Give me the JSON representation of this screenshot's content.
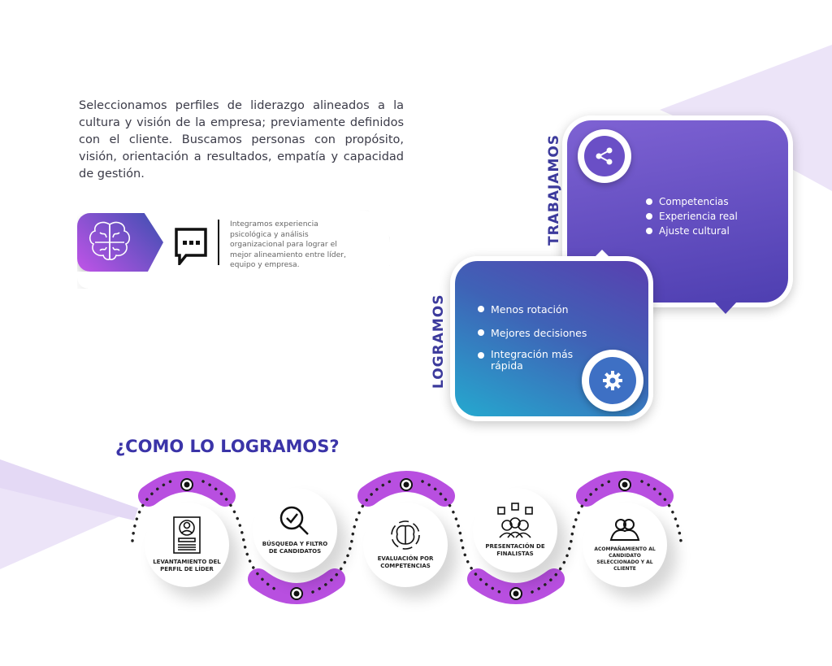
{
  "intro": "Seleccionamos perfiles de liderazgo alineados a la cultura y visión de la empresa; previamente definidos con el cliente. Buscamos personas con propósito, visión, orientación a resultados, empatía y capacidad de gestión.",
  "card": {
    "text": "Integramos experiencia psicológica y análisis organizacional para lograr el mejor alineamiento entre líder, equipo y empresa.",
    "icons": [
      "brain-icon",
      "chat-icon"
    ]
  },
  "trabajamos": {
    "label": "TRABAJAMOS",
    "items": [
      "Competencias",
      "Experiencia real",
      "Ajuste cultural"
    ],
    "icon": "share-icon"
  },
  "logramos": {
    "label": "LOGRAMOS",
    "items": [
      "Menos rotación",
      "Mejores decisiones",
      "Integración más rápida"
    ],
    "icon": "gear-icon"
  },
  "como": {
    "title": "¿COMO LO LOGRAMOS?",
    "steps": [
      {
        "label": "LEVANTAMIENTO DEL PERFIL DE LÍDER",
        "icon": "profile-document-icon"
      },
      {
        "label": "BÚSQUEDA Y FILTRO DE CANDIDATOS",
        "icon": "search-check-icon"
      },
      {
        "label": "EVALUACIÓN POR COMPETENCIAS",
        "icon": "brain-cycle-icon"
      },
      {
        "label": "PRESENTACIÓN DE FINALISTAS",
        "icon": "group-checklist-icon"
      },
      {
        "label": "ACOMPAÑAMIENTO AL CANDIDATO SELECCIONADO Y AL CLIENTE",
        "icon": "people-icon"
      }
    ]
  },
  "colors": {
    "accent": "#3b34a8",
    "magenta": "#b84fe0",
    "lavender": "#ebe3f7"
  }
}
